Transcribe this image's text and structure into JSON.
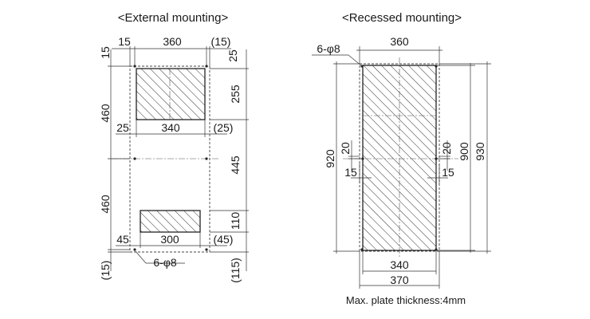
{
  "external": {
    "title": "<External mounting>",
    "dims": {
      "top_left": "15",
      "top_width": "360",
      "top_right": "(15)",
      "right_top": "25",
      "left_upper_height": "460",
      "right_cutout_height": "255",
      "upper_left_offset": "25",
      "upper_cutout_width": "340",
      "upper_right_offset": "(25)",
      "right_middle": "445",
      "left_lower_height": "460",
      "right_lower_cutout": "110",
      "lower_left_offset": "45",
      "lower_cutout_width": "300",
      "lower_right_offset": "(45)",
      "bottom_left": "(15)",
      "bottom_right": "(115)"
    },
    "holes_label": "6-φ8"
  },
  "recessed": {
    "title": "<Recessed mounting>",
    "dims": {
      "top_width": "360",
      "left_outer_height": "920",
      "left_offset_vertical": "20",
      "left_offset_horizontal": "15",
      "right_offset_vertical": "20",
      "right_offset_horizontal": "15",
      "right_inner_height": "900",
      "right_outer_height": "930",
      "bottom_inner_width": "340",
      "bottom_outer_width": "370"
    },
    "holes_label": "6-φ8",
    "note": "Max. plate thickness:4mm"
  }
}
